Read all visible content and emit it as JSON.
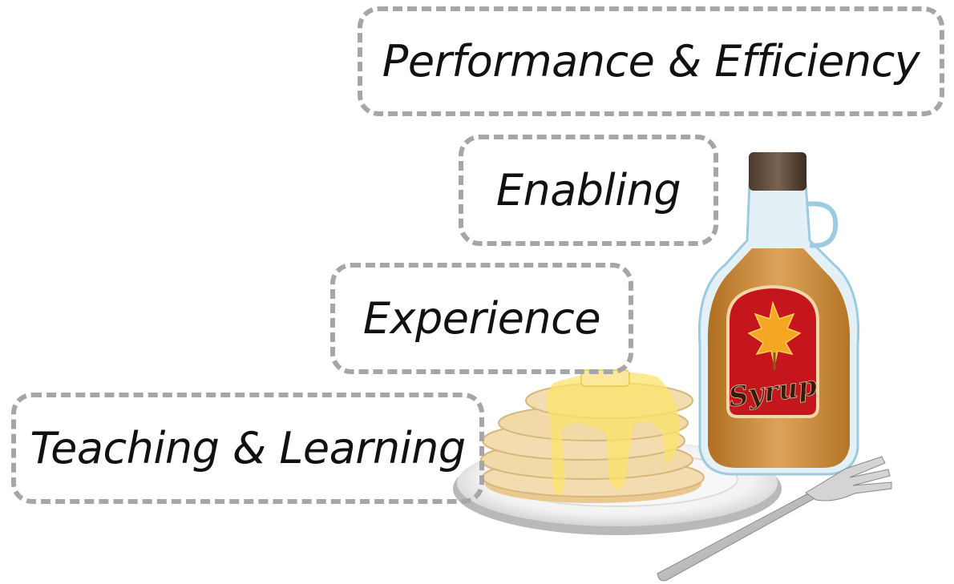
{
  "steps": [
    {
      "label": "Performance & Efficiency"
    },
    {
      "label": "Enabling"
    },
    {
      "label": "Experience"
    },
    {
      "label": "Teaching & Learning"
    }
  ],
  "illustration": {
    "bottle_label": "Syrup",
    "objects": [
      "pancake-stack",
      "syrup-bottle",
      "plate",
      "fork",
      "maple-leaf"
    ]
  },
  "colors": {
    "box_border": "#a6a6a6",
    "text": "#111111",
    "syrup": "#c98a3a",
    "label_red": "#c4161c",
    "pancake": "#f1d9a8",
    "butter": "#fbe36b"
  }
}
